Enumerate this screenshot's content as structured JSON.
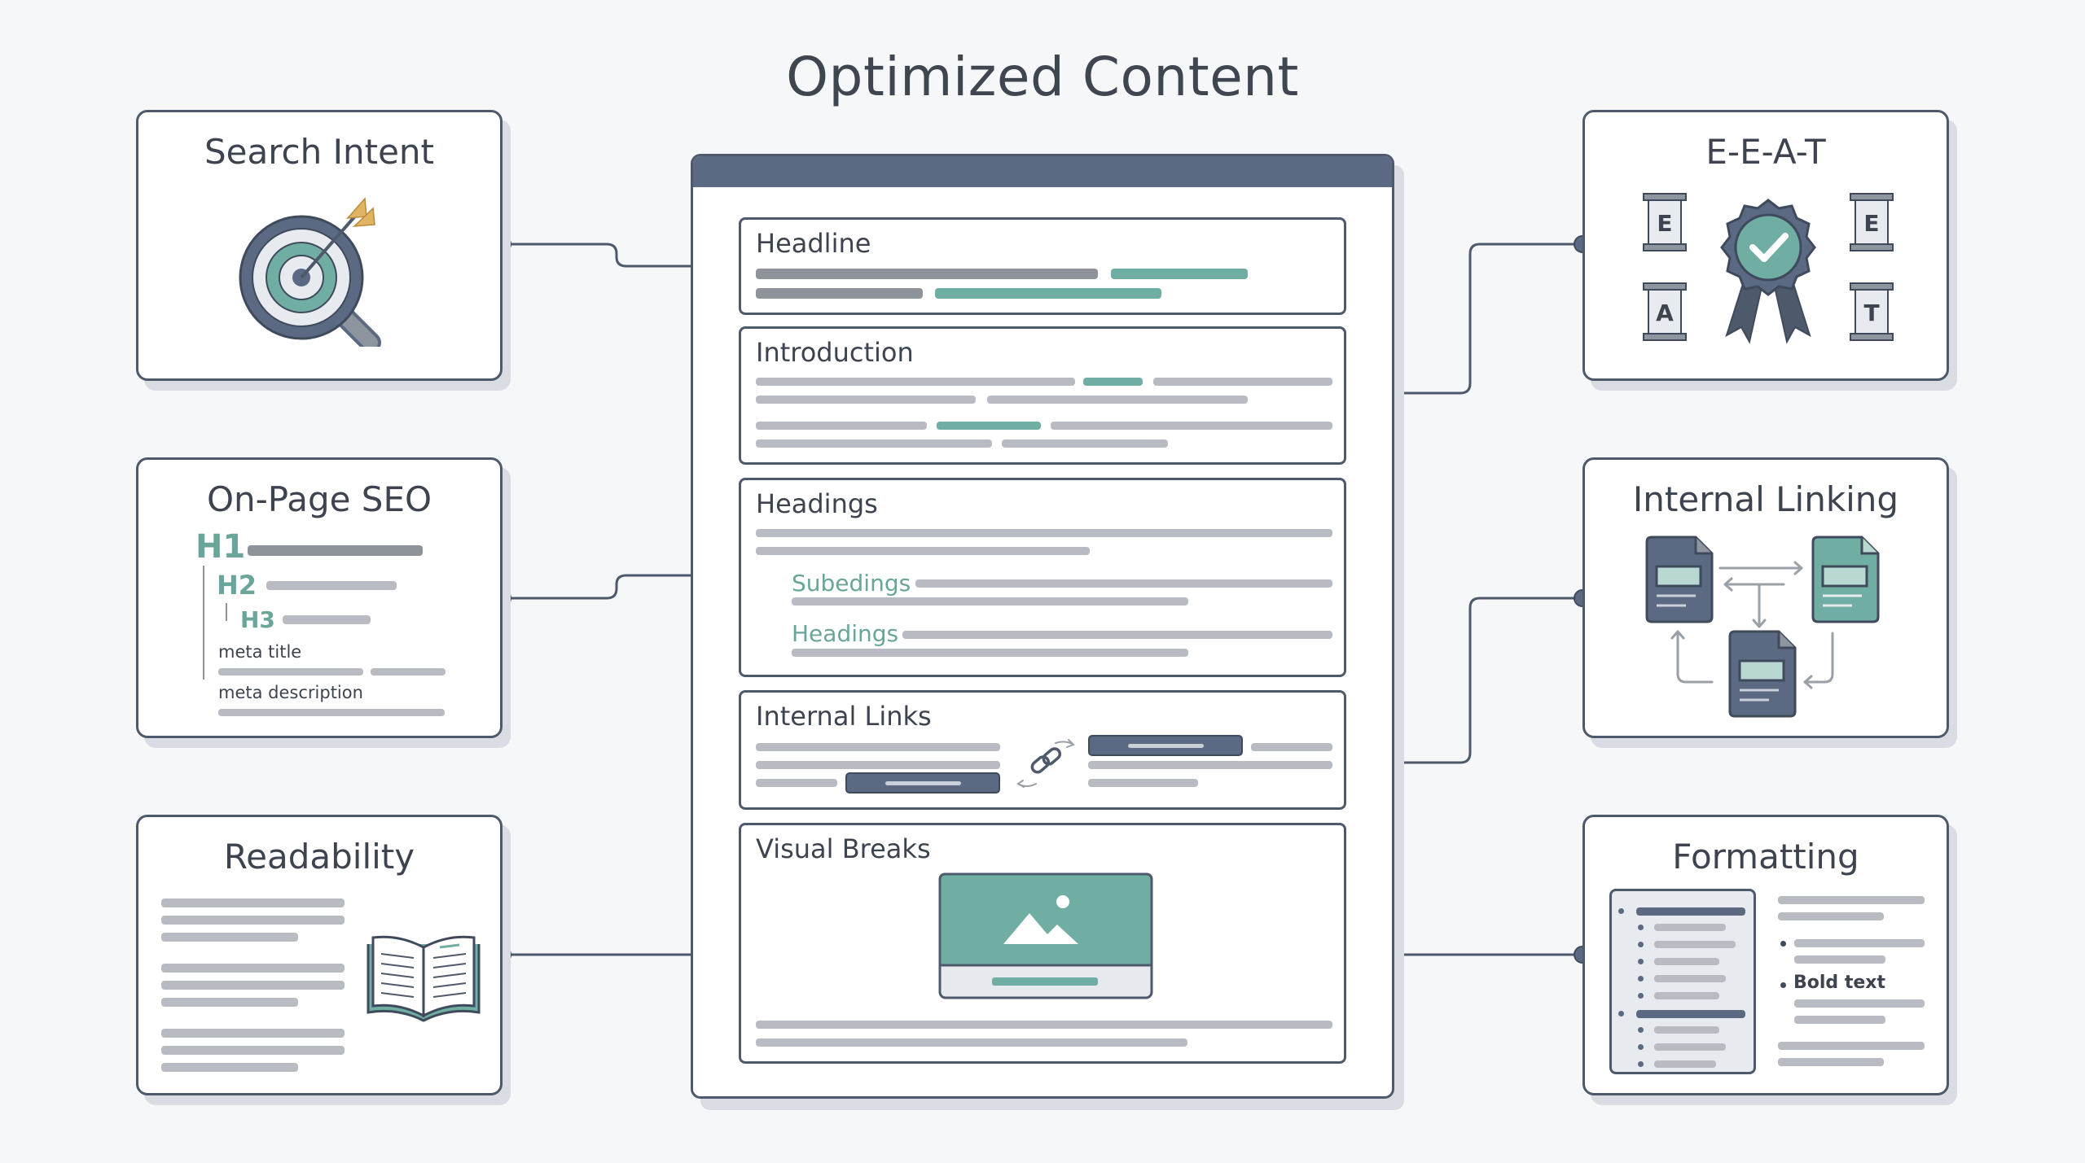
{
  "title": "Optimized Content",
  "left_cards": {
    "search_intent": "Search Intent",
    "on_page_seo": {
      "title": "On-Page SEO",
      "h1": "H1",
      "h2": "H2",
      "h3": "H3",
      "meta_title": "meta title",
      "meta_description": "meta description"
    },
    "readability": "Readability"
  },
  "right_cards": {
    "eeat": {
      "title": "E-E-A-T",
      "pillars": [
        "E",
        "E",
        "A",
        "T"
      ]
    },
    "internal_linking": "Internal Linking",
    "formatting": {
      "title": "Formatting",
      "bold_text": "Bold text"
    }
  },
  "document": {
    "sections": {
      "headline": "Headline",
      "introduction": "Introduction",
      "headings": "Headings",
      "subheadings_1": "Subedings",
      "subheadings_2": "Headings",
      "internal_links": "Internal Links",
      "visual_breaks": "Visual Breaks"
    }
  },
  "colors": {
    "outline": "#4e5a6c",
    "accent_teal": "#70ada2",
    "slate": "#5b6a82",
    "gold": "#e0b465"
  }
}
